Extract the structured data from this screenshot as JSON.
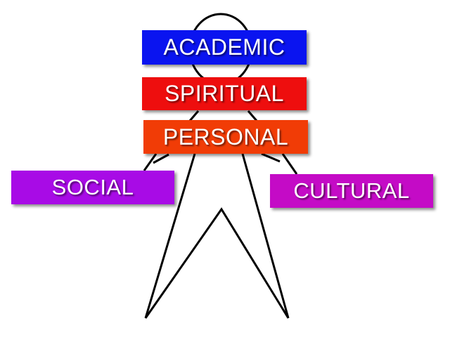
{
  "labels": {
    "academic": {
      "text": "ACADEMIC",
      "color": "#0a14f0"
    },
    "spiritual": {
      "text": "SPIRITUAL",
      "color": "#ee0e0e"
    },
    "personal": {
      "text": "PERSONAL",
      "color": "#f13c06"
    },
    "social": {
      "text": "SOCIAL",
      "color": "#a80be6"
    },
    "cultural": {
      "text": "CULTURAL",
      "color": "#c40bc6"
    }
  },
  "figure": {
    "line_color": "#000000",
    "background": "#ffffff"
  }
}
